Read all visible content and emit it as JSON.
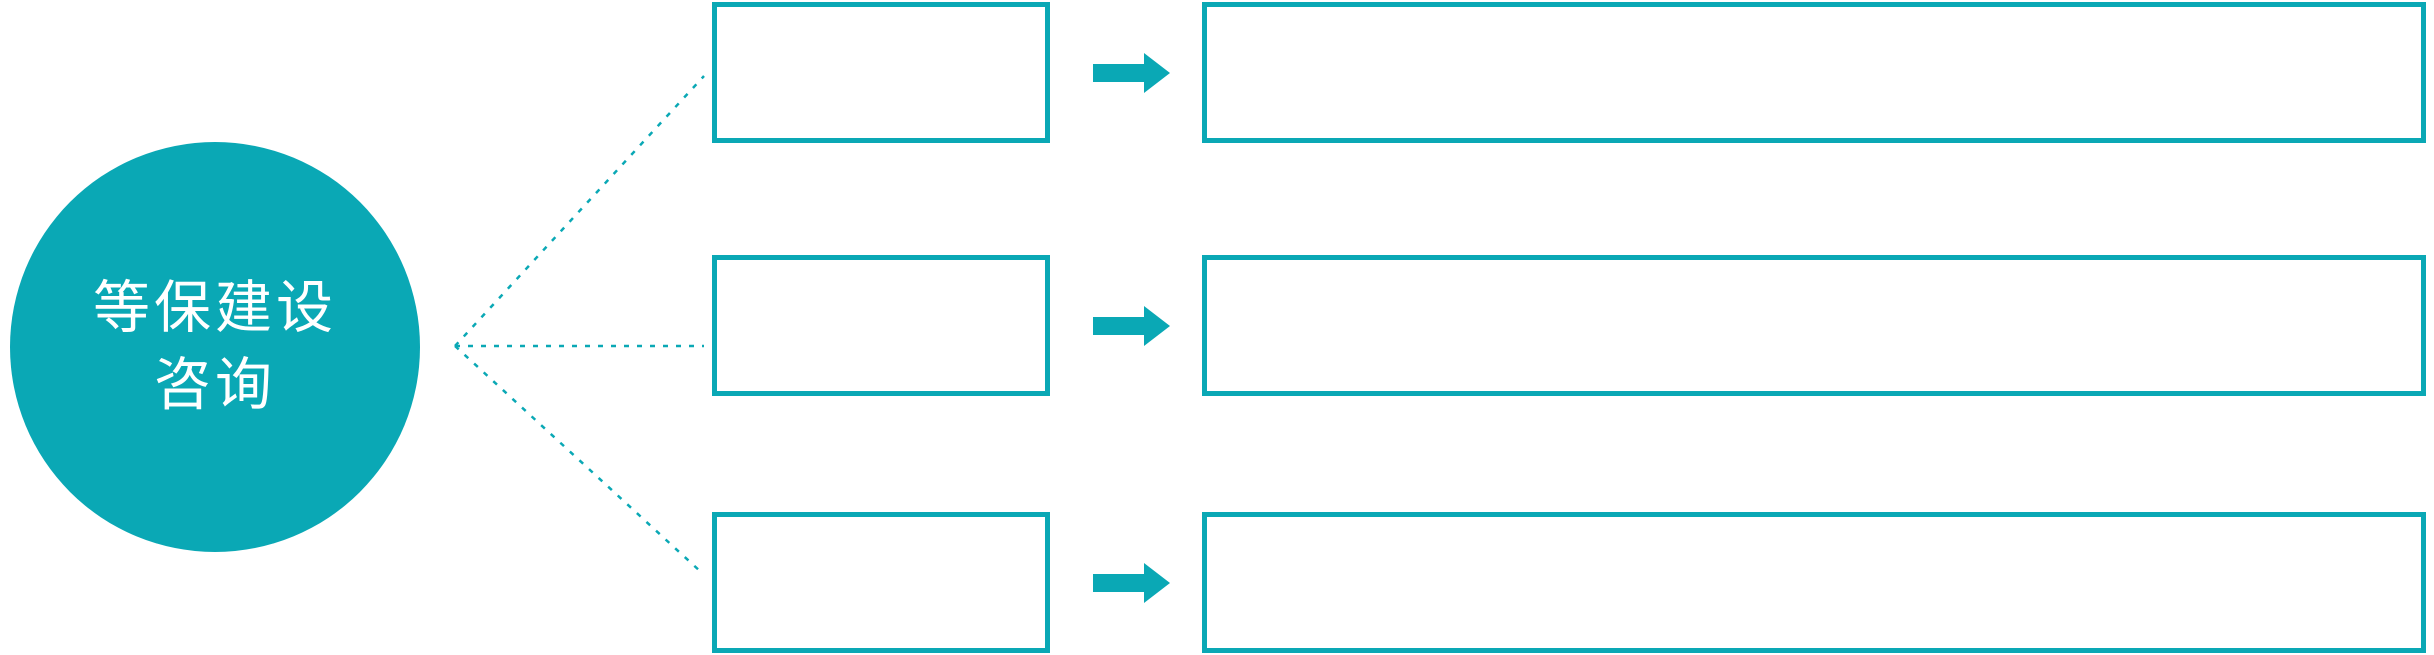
{
  "diagram": {
    "hub": {
      "label": "等保建设咨询",
      "lines": [
        "等保建设",
        "咨询"
      ]
    },
    "rows": [
      {
        "stage_label": "",
        "detail_label": ""
      },
      {
        "stage_label": "",
        "detail_label": ""
      },
      {
        "stage_label": "",
        "detail_label": ""
      }
    ],
    "colors": {
      "accent": "#0aa8b5",
      "hub_text": "#ffffff",
      "box_fill": "#ffffff"
    }
  }
}
